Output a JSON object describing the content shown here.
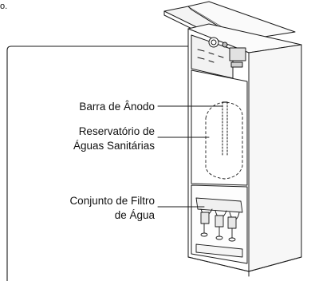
{
  "header_fragment": "o.",
  "callouts": {
    "anode_rod": "Barra de Ânodo",
    "reservoir_line1": "Reservatório de",
    "reservoir_line2": "Águas Sanitárias",
    "filter_line1": "Conjunto de Filtro",
    "filter_line2": "de Água"
  }
}
